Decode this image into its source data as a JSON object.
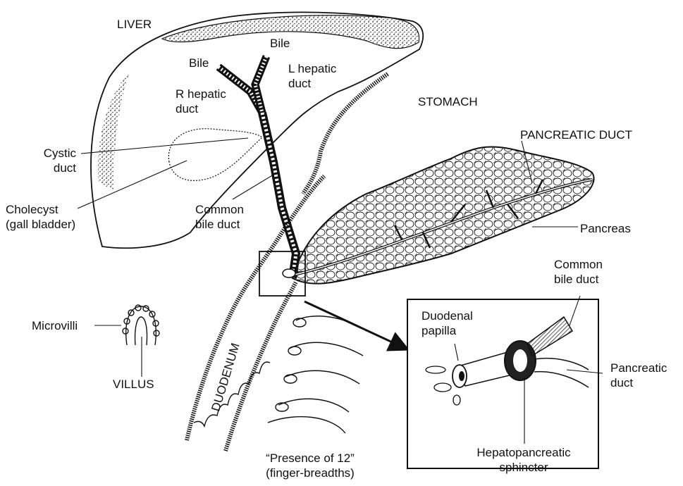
{
  "labels": {
    "liver": "LIVER",
    "bile_left": "Bile",
    "bile_right": "Bile",
    "l_hepatic_duct": [
      "L hepatic",
      "duct"
    ],
    "r_hepatic_duct": [
      "R hepatic",
      "duct"
    ],
    "stomach": "STOMACH",
    "cystic_duct": [
      "Cystic",
      "duct"
    ],
    "pancreatic_duct_title": "PANCREATIC DUCT",
    "cholecyst": [
      "Cholecyst",
      "(gall bladder)"
    ],
    "common_bile_duct": [
      "Common",
      "bile duct"
    ],
    "pancreas": "Pancreas",
    "inset_common_bile_duct": [
      "Common",
      "bile duct"
    ],
    "microvilli": "Microvilli",
    "duodenal_papilla": [
      "Duodenal",
      "papilla"
    ],
    "pancreatic_duct_inset": [
      "Pancreatic",
      "duct"
    ],
    "villus": "VILLUS",
    "duodenum": "DUODENUM",
    "hepatopancreatic_sphincter": [
      "Hepatopancreatic",
      "sphincter"
    ],
    "presence_of_12": [
      "“Presence of 12”",
      "(finger-breadths)"
    ]
  }
}
